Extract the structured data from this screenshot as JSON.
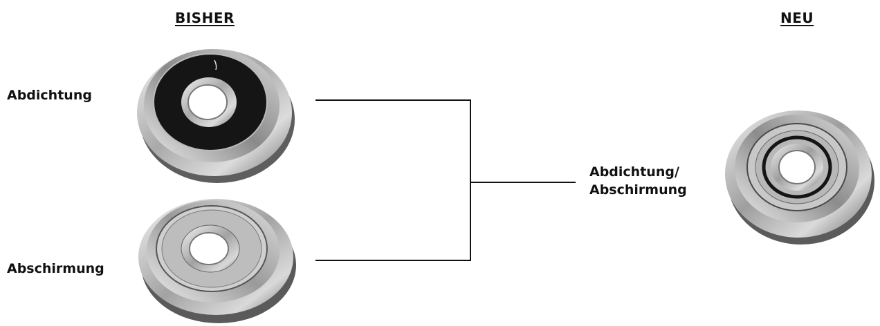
{
  "headers": {
    "left": "BISHER",
    "right": "NEU"
  },
  "labels": {
    "top_left": "Abdichtung",
    "bottom_left": "Abschirmung",
    "right_line1": "Abdichtung/",
    "right_line2": "Abschirmung"
  },
  "colors": {
    "steel_light": "#e6e6e6",
    "steel_dark": "#6f6f6f",
    "seal_black": "#151515",
    "line": "#111111"
  }
}
